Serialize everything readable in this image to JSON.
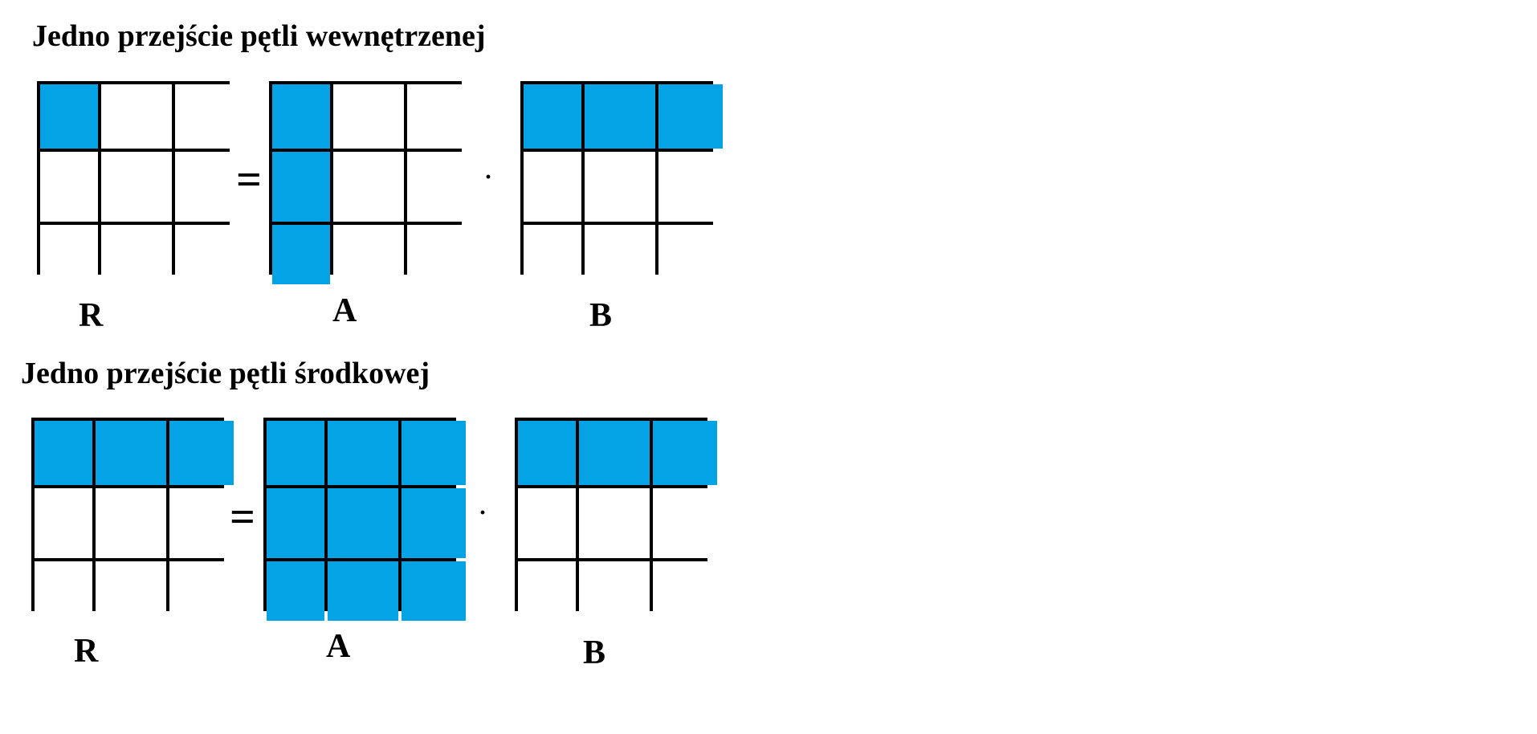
{
  "colors": {
    "highlight": "#03a3e5",
    "cell": "#ffffff",
    "border": "#000000"
  },
  "sections": [
    {
      "title": "Jedno przejście pętli wewnętrzenej",
      "equals": "=",
      "dot": "·",
      "matrices": [
        {
          "label": "R",
          "highlight": [
            [
              1,
              0,
              0
            ],
            [
              0,
              0,
              0
            ],
            [
              0,
              0,
              0
            ]
          ]
        },
        {
          "label": "A",
          "highlight": [
            [
              1,
              0,
              0
            ],
            [
              1,
              0,
              0
            ],
            [
              1,
              0,
              0
            ]
          ]
        },
        {
          "label": "B",
          "highlight": [
            [
              1,
              1,
              1
            ],
            [
              0,
              0,
              0
            ],
            [
              0,
              0,
              0
            ]
          ]
        }
      ]
    },
    {
      "title": "Jedno przejście pętli środkowej",
      "equals": "=",
      "dot": "·",
      "matrices": [
        {
          "label": "R",
          "highlight": [
            [
              1,
              1,
              1
            ],
            [
              0,
              0,
              0
            ],
            [
              0,
              0,
              0
            ]
          ]
        },
        {
          "label": "A",
          "highlight": [
            [
              1,
              1,
              1
            ],
            [
              1,
              1,
              1
            ],
            [
              1,
              1,
              1
            ]
          ]
        },
        {
          "label": "B",
          "highlight": [
            [
              1,
              1,
              1
            ],
            [
              0,
              0,
              0
            ],
            [
              0,
              0,
              0
            ]
          ]
        }
      ]
    }
  ]
}
